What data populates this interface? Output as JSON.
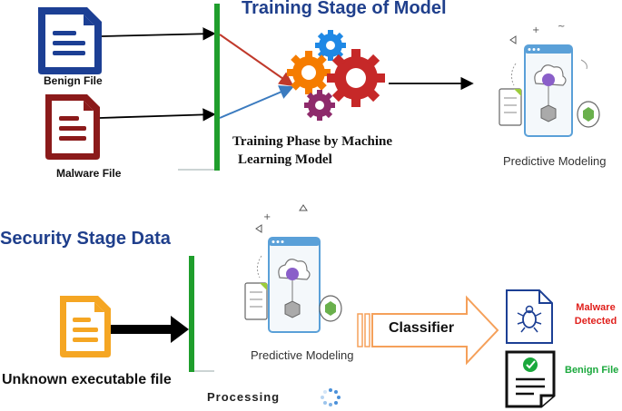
{
  "top": {
    "title": "Training Stage of Model",
    "benign_label": "Benign File",
    "malware_label": "Malware File",
    "training_label_line1": "Training Phase by Machine",
    "training_label_line2": "Learning Model",
    "predictive_label": "Predictive Modeling"
  },
  "bottom": {
    "title": "Security Stage Data",
    "unknown_label": "Unknown executable file",
    "predictive_label": "Predictive Modeling",
    "classifier_label": "Classifier",
    "malware_detected_line1": "Malware",
    "malware_detected_line2": "Detected",
    "benign_label": "Benign File",
    "processing_label": "Processing"
  },
  "colors": {
    "title_blue": "#1f3f8c",
    "benign_icon": "#1c3f94",
    "malware_icon": "#8b1a1a",
    "unknown_icon": "#f5a623",
    "divider_green": "#1f9e2c",
    "arrow_red": "#c0392b",
    "arrow_blue": "#3b7bbf",
    "gear_blue": "#1e88e5",
    "gear_orange": "#f57c00",
    "gear_red": "#c62828",
    "gear_purple": "#8e2a6b",
    "classifier_orange": "#f5a05a",
    "malware_text": "#e0201c",
    "benign_text": "#1aa83c"
  }
}
